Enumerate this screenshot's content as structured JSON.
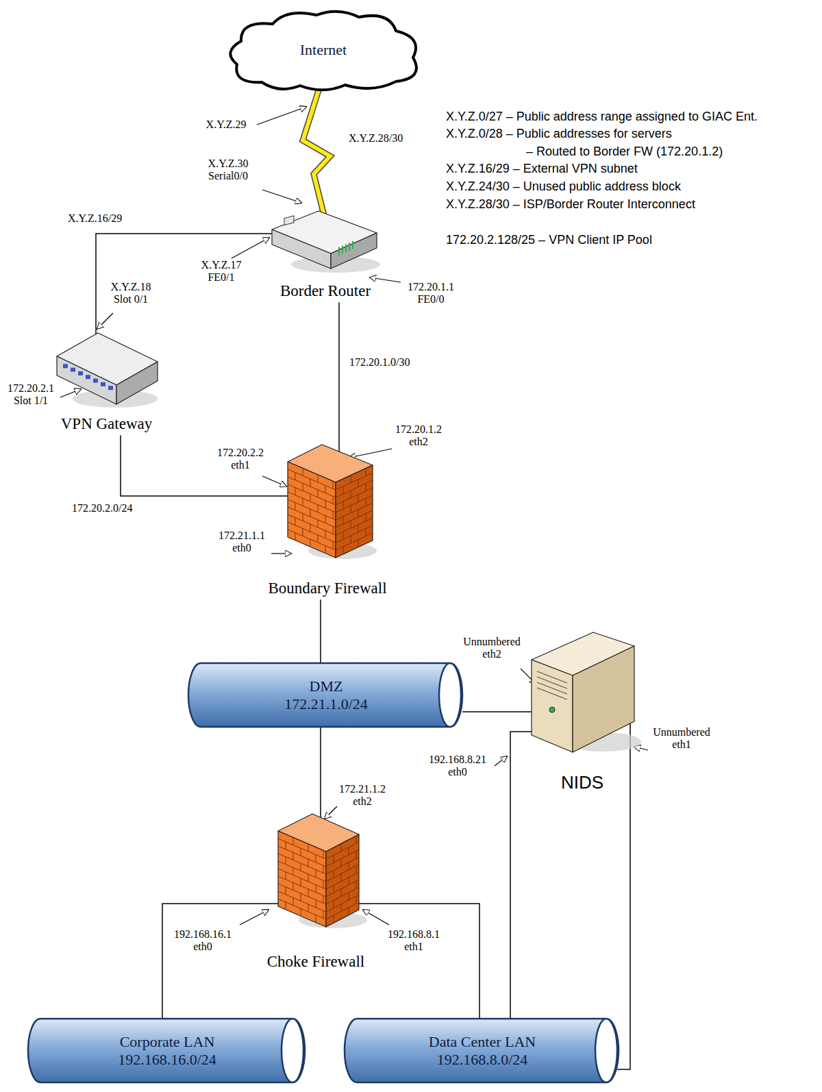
{
  "diagram": {
    "nodes": [
      {
        "text": [
          "Internet"
        ]
      },
      {
        "text": [
          "Border Router"
        ]
      },
      {
        "text": [
          "VPN Gateway"
        ]
      },
      {
        "text": [
          "Boundary Firewall"
        ]
      },
      {
        "text": [
          "DMZ 172.21.1.0/24"
        ]
      },
      {
        "text": [
          "NIDS"
        ]
      },
      {
        "text": [
          "Choke Firewall"
        ]
      },
      {
        "text": [
          "Corporate LAN 192.168.16.0/24"
        ]
      },
      {
        "text": [
          "Data Center LAN 192.168.8.0/24"
        ]
      }
    ],
    "edges": [
      {
        "from": 0,
        "to": 1,
        "label": "X.Y.Z.28/30",
        "arrow": "none"
      },
      {
        "from": 1,
        "to": 2,
        "label": "X.Y.Z.16/29",
        "arrow": "none"
      },
      {
        "from": 1,
        "to": 3,
        "label": "172.20.1.0/30",
        "arrow": "none"
      },
      {
        "from": 2,
        "to": 3,
        "label": "172.20.2.0/24",
        "arrow": "none"
      },
      {
        "from": 3,
        "to": 4,
        "arrow": "none"
      },
      {
        "from": 4,
        "to": 6,
        "arrow": "none"
      },
      {
        "from": 4,
        "to": 5,
        "arrow": "none"
      },
      {
        "from": 6,
        "to": 7,
        "arrow": "none"
      },
      {
        "from": 6,
        "to": 8,
        "arrow": "none"
      },
      {
        "from": 8,
        "to": 5,
        "arrow": "none"
      },
      {
        "from": 8,
        "to": 5,
        "arrow": "none"
      }
    ],
    "labels": [
      "X.Y.Z.29",
      "X.Y.Z.30 Serial0/0",
      "X.Y.Z.17 FE0/1",
      "172.20.1.1 FE0/0",
      "X.Y.Z.18 Slot 0/1",
      "172.20.2.1 Slot 1/1",
      "172.20.2.2 eth1",
      "172.20.1.2 eth2",
      "172.21.1.1 eth0",
      "Unnumbered eth2",
      "Unnumbered eth1",
      "192.168.8.21 eth0",
      "172.21.1.2 eth2",
      "192.168.16.1 eth0",
      "192.168.8.1 eth1",
      "X.Y.Z.0/27 – Public address range assigned to GIAC Ent.",
      "X.Y.Z.0/28 – Public addresses for servers",
      "– Routed to Border FW (172.20.1.2)",
      "X.Y.Z.16/29 – External VPN subnet",
      "X.Y.Z.24/30 – Unused public address block",
      "X.Y.Z.28/30 – ISP/Border Router Interconnect",
      "172.20.2.128/25 – VPN Client IP Pool"
    ]
  }
}
